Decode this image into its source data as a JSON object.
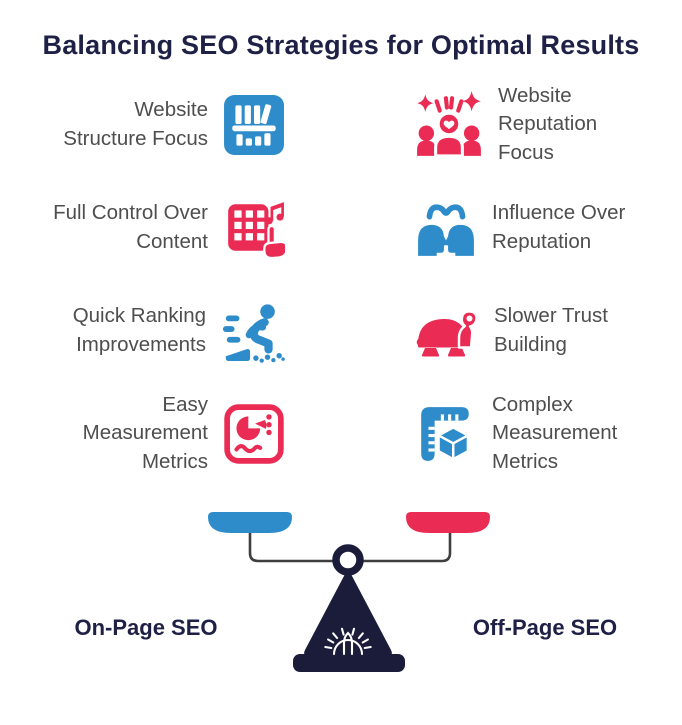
{
  "title": "Balancing SEO Strategies for Optimal Results",
  "colors": {
    "blue": "#2D8CC9",
    "red": "#EA2C55",
    "navy": "#1B1C3A",
    "title_navy": "#1E2145",
    "text_gray": "#4E4E4E",
    "arm_gray": "#3F3F3F"
  },
  "comparison": {
    "left_column": {
      "side": "On-Page SEO",
      "items": [
        {
          "label": "Website\nStructure Focus",
          "icon": "bookshelf-icon",
          "accent": "#2D8CC9"
        },
        {
          "label": "Full Control Over\nContent",
          "icon": "content-grid-hand-icon",
          "accent": "#EA2C55"
        },
        {
          "label": "Quick Ranking\nImprovements",
          "icon": "running-person-icon",
          "accent": "#2D8CC9"
        },
        {
          "label": "Easy\nMeasurement\nMetrics",
          "icon": "pie-dashboard-icon",
          "accent": "#EA2C55"
        }
      ]
    },
    "right_column": {
      "side": "Off-Page SEO",
      "items": [
        {
          "label": "Website\nReputation\nFocus",
          "icon": "audience-sparkle-icon",
          "accent": "#EA2C55"
        },
        {
          "label": "Influence Over\nReputation",
          "icon": "profiles-conversation-icon",
          "accent": "#2D8CC9"
        },
        {
          "label": "Slower Trust\nBuilding",
          "icon": "turtle-icon",
          "accent": "#EA2C55"
        },
        {
          "label": "Complex\nMeasurement\nMetrics",
          "icon": "ruler-cube-icon",
          "accent": "#2D8CC9"
        }
      ]
    }
  },
  "scale": {
    "left_label": "On-Page SEO",
    "right_label": "Off-Page SEO",
    "left_pan_color": "#2D8CC9",
    "right_pan_color": "#EA2C55",
    "stand_color": "#1B1C3A"
  }
}
